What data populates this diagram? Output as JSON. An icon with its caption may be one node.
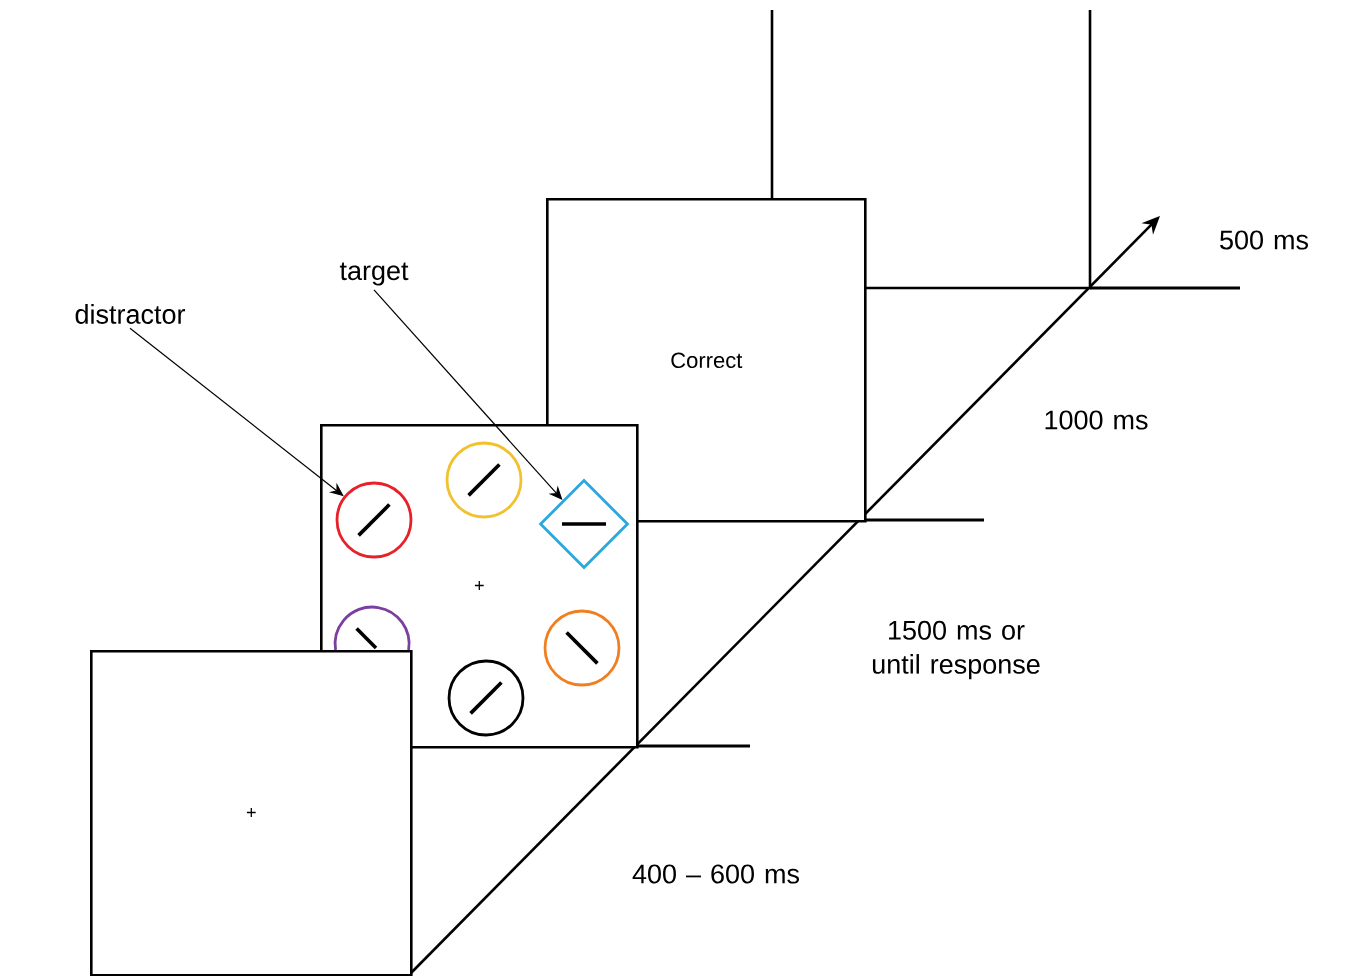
{
  "diagram": {
    "nodes": [
      {
        "text": [
          "distractor"
        ]
      },
      {
        "text": [
          "target"
        ]
      },
      {
        "text": [],
        "shape": "box"
      },
      {
        "text": [
          "Correct"
        ]
      },
      {
        "text": [
          "+"
        ]
      },
      {
        "text": [],
        "shape": "circle",
        "in": 4
      },
      {
        "text": [],
        "shape": "circle",
        "in": 4
      },
      {
        "text": [],
        "shape": "diamond",
        "in": 4
      },
      {
        "text": [],
        "shape": "circle",
        "in": 4
      },
      {
        "text": [],
        "shape": "circle",
        "in": 4
      },
      {
        "text": [],
        "shape": "circle",
        "in": 4
      },
      {
        "text": [
          "+"
        ]
      }
    ],
    "edges": [
      {
        "from": 0,
        "to": 5,
        "arrow": "to"
      },
      {
        "from": 1,
        "to": 7,
        "arrow": "to"
      }
    ],
    "labels": [
      "500 ms",
      "1000 ms",
      "1500 ms or until response",
      "400 – 600 ms"
    ]
  }
}
